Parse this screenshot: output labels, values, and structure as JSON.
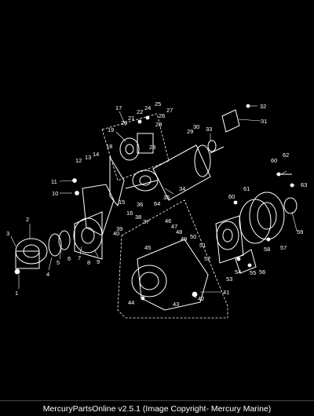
{
  "diagram": {
    "callouts": [
      "1",
      "2",
      "3",
      "4",
      "5",
      "6",
      "7",
      "8",
      "9",
      "10",
      "11",
      "12",
      "13",
      "14",
      "15",
      "16",
      "17",
      "18",
      "19",
      "20",
      "21",
      "22",
      "23",
      "24",
      "25",
      "26",
      "27",
      "28",
      "29",
      "30",
      "31",
      "32",
      "33",
      "34",
      "35",
      "36",
      "37",
      "38",
      "39",
      "40",
      "41",
      "42",
      "43",
      "44",
      "45",
      "46",
      "47",
      "48",
      "49",
      "50",
      "51",
      "52",
      "53",
      "54",
      "55",
      "56",
      "57",
      "58",
      "59",
      "60",
      "60",
      "61",
      "62",
      "63",
      "64"
    ]
  },
  "footer": {
    "caption": "MercuryPartsOnline v2.5.1 (Image Copyright- Mercury Marine)"
  }
}
